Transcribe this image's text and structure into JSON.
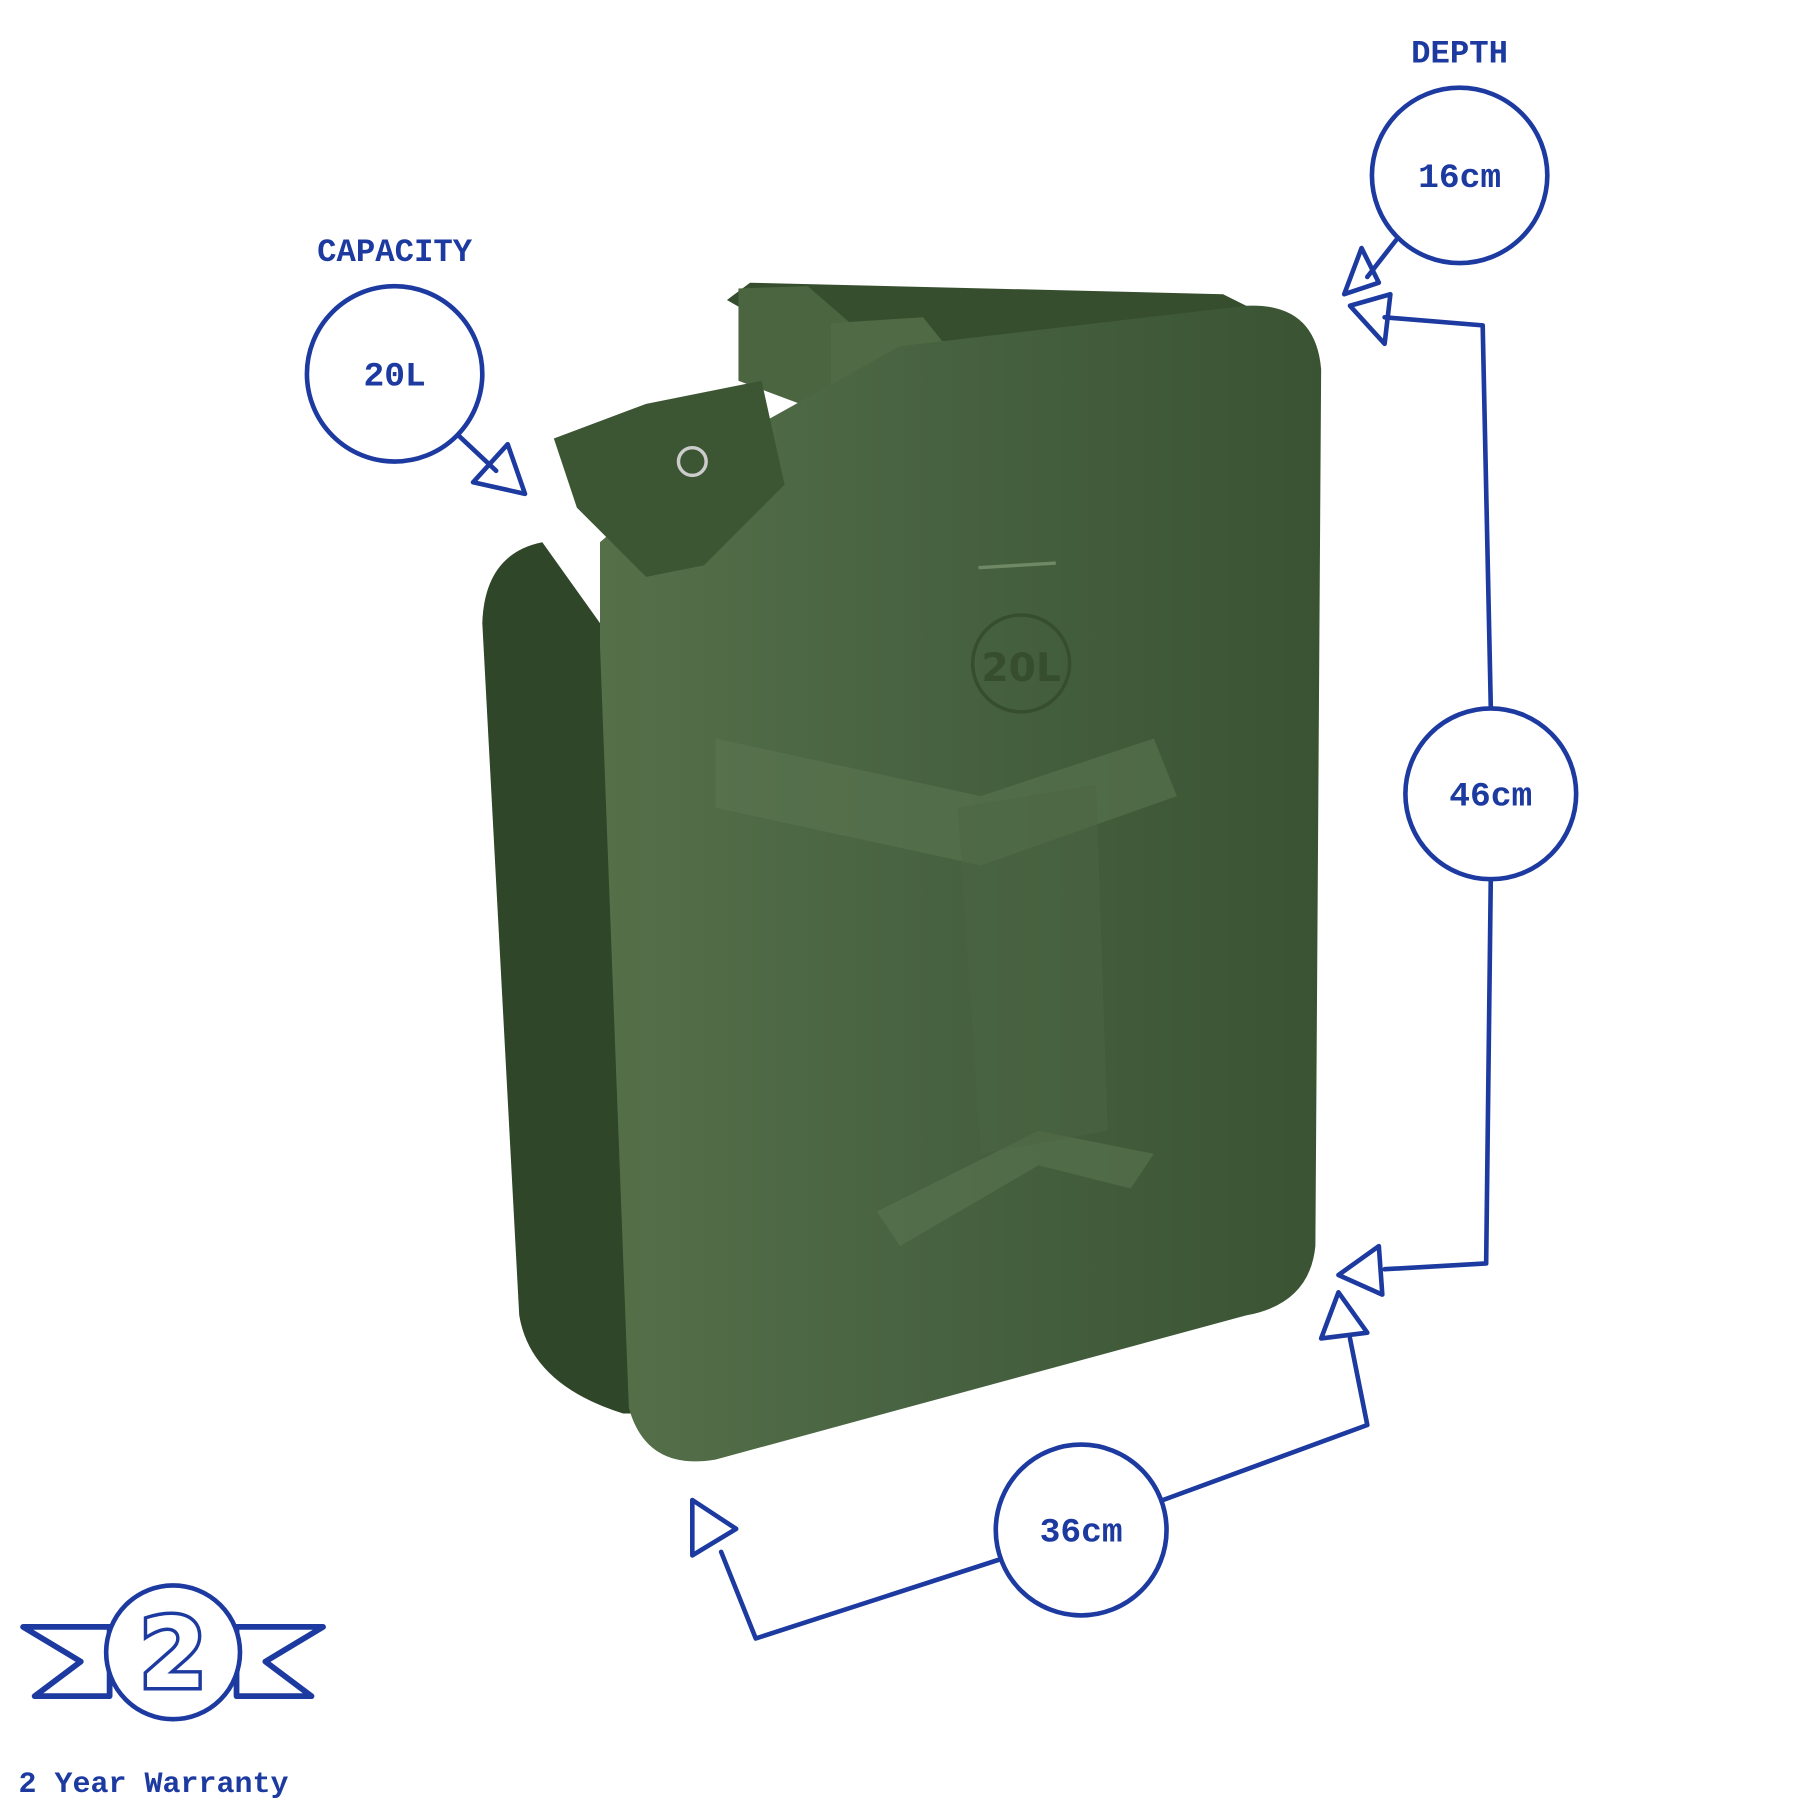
{
  "colors": {
    "ink": "#1c3aa0",
    "can_green": "#3f5a34",
    "can_dark": "#2b3f24",
    "can_light": "#5c7650"
  },
  "capacity": {
    "title": "CAPACITY",
    "value": "20L"
  },
  "depth": {
    "title": "DEPTH",
    "value": "16cm"
  },
  "height": {
    "value": "46cm"
  },
  "width": {
    "value": "36cm"
  },
  "can_emboss": "20L",
  "warranty": {
    "badge_number": "2",
    "label": "2 Year Warranty"
  }
}
